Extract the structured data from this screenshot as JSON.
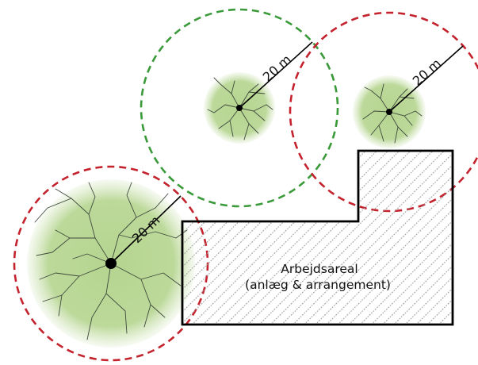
{
  "work_area": {
    "title": "Arbejdsareal",
    "subtitle": "(anlæg & arrangement)"
  },
  "trees": [
    {
      "id": "large-tree",
      "radius_label": "20 m",
      "circle_color": "#c4232e"
    },
    {
      "id": "middle-tree",
      "radius_label": "20 m",
      "circle_color": "#3a9a3a"
    },
    {
      "id": "right-tree",
      "radius_label": "20 m",
      "circle_color": "#c4232e"
    }
  ],
  "colors": {
    "canopy": "#b5d48f",
    "protect_circle_red": "#c4232e",
    "protect_circle_green": "#3a9a3a",
    "work_area_outline": "#000000",
    "hatch": "#9a9a9a"
  }
}
